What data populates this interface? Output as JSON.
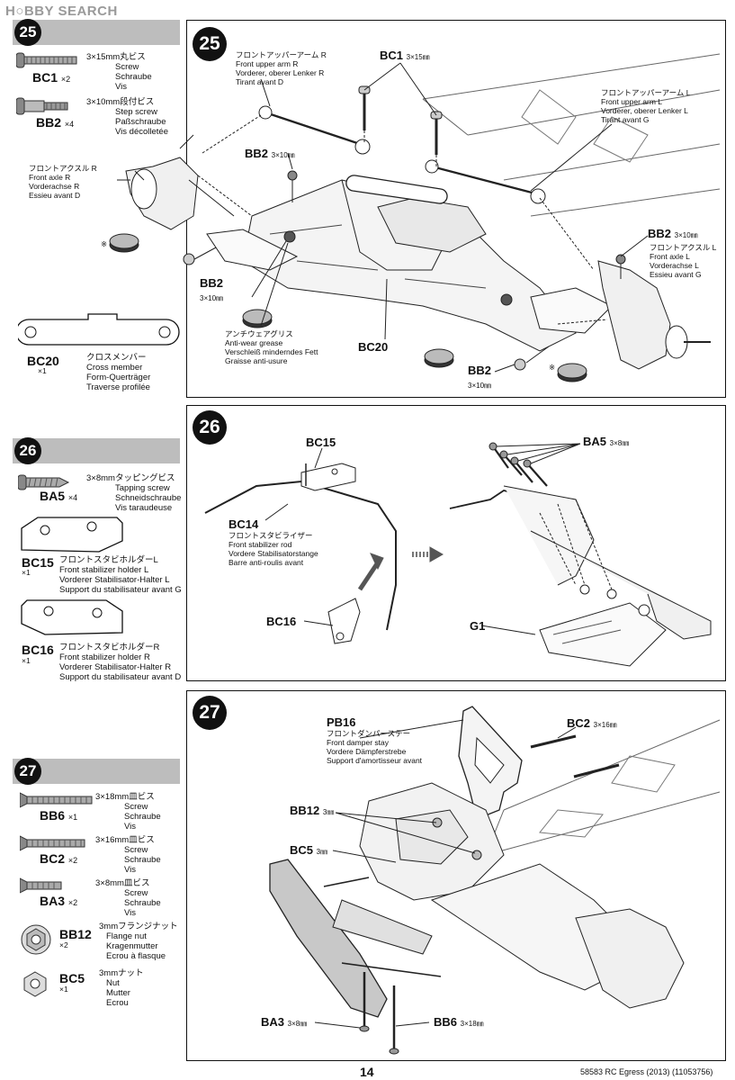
{
  "watermark": "H○BBY SEARCH",
  "page_number": "14",
  "footer": "58583 RC Egress (2013) (11053756)",
  "step25": {
    "number": "25",
    "parts": [
      {
        "code": "BC1",
        "qty": "×2",
        "size": "3×15mm丸ビス",
        "en": "Screw",
        "de": "Schraube",
        "fr": "Vis"
      },
      {
        "code": "BB2",
        "qty": "×4",
        "size": "3×10mm段付ビス",
        "en": "Step screw",
        "de": "Paßschraube",
        "fr": "Vis décolletée"
      }
    ],
    "cross_member": {
      "code": "BC20",
      "qty": "×1",
      "jp": "クロスメンバー",
      "en": "Cross member",
      "de": "Form-Querträger",
      "fr": "Traverse profilée"
    },
    "callouts": {
      "upper_arm_r": [
        "フロントアッパーアーム R",
        "Front upper arm R",
        "Vorderer, oberer Lenker R",
        "Tirant avant D"
      ],
      "upper_arm_l": [
        "フロントアッパーアーム L",
        "Front upper arm L",
        "Vorderer, oberer Lenker L",
        "Tirant avant G"
      ],
      "axle_r": [
        "フロントアクスル R",
        "Front axle R",
        "Vorderachse R",
        "Essieu avant D"
      ],
      "axle_l": [
        "フロントアクスル L",
        "Front axle L",
        "Vorderachse L",
        "Essieu avant G"
      ],
      "grease": [
        "アンチウェアグリス",
        "Anti-wear grease",
        "Verschleiß minderndes Fett",
        "Graisse anti-usure"
      ],
      "bc1": "BC1",
      "bc1_size": "3×15㎜",
      "bb2": "BB2",
      "bb2_size": "3×10㎜",
      "bc20": "BC20",
      "asterisk": "※"
    }
  },
  "step26": {
    "number": "26",
    "parts": [
      {
        "code": "BA5",
        "qty": "×4",
        "size": "3×8mmタッピングビス",
        "en": "Tapping screw",
        "de": "Schneidschraube",
        "fr": "Vis taraudeuse"
      }
    ],
    "holders": [
      {
        "code": "BC15",
        "qty": "×1",
        "jp": "フロントスタビホルダーL",
        "en": "Front stabilizer holder L",
        "de": "Vorderer Stabilisator-Halter L",
        "fr": "Support du stabilisateur avant G"
      },
      {
        "code": "BC16",
        "qty": "×1",
        "jp": "フロントスタビホルダーR",
        "en": "Front stabilizer holder R",
        "de": "Vorderer Stabilisator-Halter R",
        "fr": "Support du stabilisateur avant D"
      }
    ],
    "callouts": {
      "bc15": "BC15",
      "bc16": "BC16",
      "bc14": "BC14",
      "rod": [
        "フロントスタビライザー",
        "Front stabilizer rod",
        "Vordere Stabilisatorstange",
        "Barre anti-roulis avant"
      ],
      "ba5": "BA5",
      "ba5_size": "3×8㎜",
      "g1": "G1"
    }
  },
  "step27": {
    "number": "27",
    "parts": [
      {
        "code": "BB6",
        "qty": "×1",
        "size": "3×18mm皿ビス",
        "en": "Screw",
        "de": "Schraube",
        "fr": "Vis"
      },
      {
        "code": "BC2",
        "qty": "×2",
        "size": "3×16mm皿ビス",
        "en": "Screw",
        "de": "Schraube",
        "fr": "Vis"
      },
      {
        "code": "BA3",
        "qty": "×2",
        "size": "3×8mm皿ビス",
        "en": "Screw",
        "de": "Schraube",
        "fr": "Vis"
      },
      {
        "code": "BB12",
        "qty": "×2",
        "size": "3mmフランジナット",
        "en": "Flange nut",
        "de": "Kragenmutter",
        "fr": "Ecrou à flasque"
      },
      {
        "code": "BC5",
        "qty": "×1",
        "size": "3mmナット",
        "en": "Nut",
        "de": "Mutter",
        "fr": "Ecrou"
      }
    ],
    "callouts": {
      "pb16": "PB16",
      "stay": [
        "フロントダンパーステー",
        "Front damper stay",
        "Vordere Dämpferstrebe",
        "Support d'amortisseur avant"
      ],
      "bc2": "BC2",
      "bc2_size": "3×16㎜",
      "bb12": "BB12",
      "bb12_size": "3㎜",
      "bc5": "BC5",
      "bc5_size": "3㎜",
      "ba3": "BA3",
      "ba3_size": "3×8㎜",
      "bb6": "BB6",
      "bb6_size": "3×18㎜"
    }
  }
}
